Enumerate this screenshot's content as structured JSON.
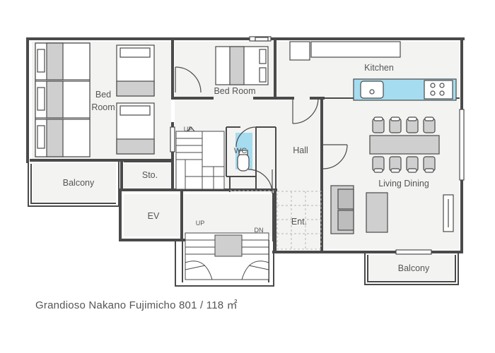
{
  "rooms": {
    "bed_room_left_line1": "Bed",
    "bed_room_left_line2": "Room",
    "bed_room_top": "Bed Room",
    "kitchen": "Kitchen",
    "hall": "Hall",
    "wc": "WC",
    "storage": "Sto.",
    "balcony_left": "Balcony",
    "balcony_right": "Balcony",
    "living_dining": "Living Dining",
    "elevator": "EV",
    "entrance": "Ent.",
    "stairs_up_inner": "UP",
    "stairs_up_outer": "UP",
    "stairs_down": "DN"
  },
  "caption": {
    "building": "Grandioso Nakano Fujimicho",
    "unit": "801",
    "separator": "/",
    "area": "118",
    "area_unit": "㎡"
  },
  "colors": {
    "wall": "#4a4a4a",
    "floor": "#f3f3f2",
    "furniture": "#cfcfcf",
    "text": "#555555",
    "kitchen_accent": "#a6dcef"
  }
}
